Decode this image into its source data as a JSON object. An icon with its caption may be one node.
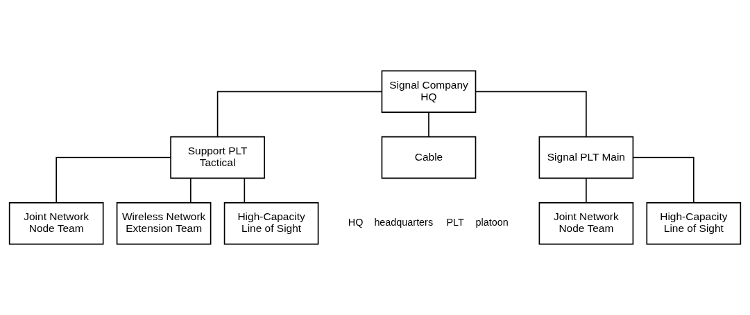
{
  "diagram": {
    "nodes": [
      {
        "text": [
          "Signal Company HQ"
        ]
      },
      {
        "text": [
          "Support PLT Tactical"
        ]
      },
      {
        "text": [
          "Cable"
        ]
      },
      {
        "text": [
          "Signal PLT Main"
        ]
      },
      {
        "text": [
          "Joint Network Node Team"
        ]
      },
      {
        "text": [
          "Wireless Network Extension Team"
        ]
      },
      {
        "text": [
          "High-Capacity Line of Sight"
        ]
      },
      {
        "text": [
          "Joint Network Node Team"
        ]
      },
      {
        "text": [
          "High-Capacity Line of Sight"
        ]
      }
    ],
    "edges": [
      {
        "from": 0,
        "to": 1,
        "arrow": "none"
      },
      {
        "from": 0,
        "to": 2,
        "arrow": "none"
      },
      {
        "from": 0,
        "to": 3,
        "arrow": "none"
      },
      {
        "from": 1,
        "to": 4,
        "arrow": "none"
      },
      {
        "from": 1,
        "to": 5,
        "arrow": "none"
      },
      {
        "from": 1,
        "to": 6,
        "arrow": "none"
      },
      {
        "from": 3,
        "to": 7,
        "arrow": "none"
      },
      {
        "from": 3,
        "to": 8,
        "arrow": "none"
      }
    ],
    "labels": [
      "HQ",
      "headquarters",
      "PLT",
      "platoon"
    ]
  }
}
